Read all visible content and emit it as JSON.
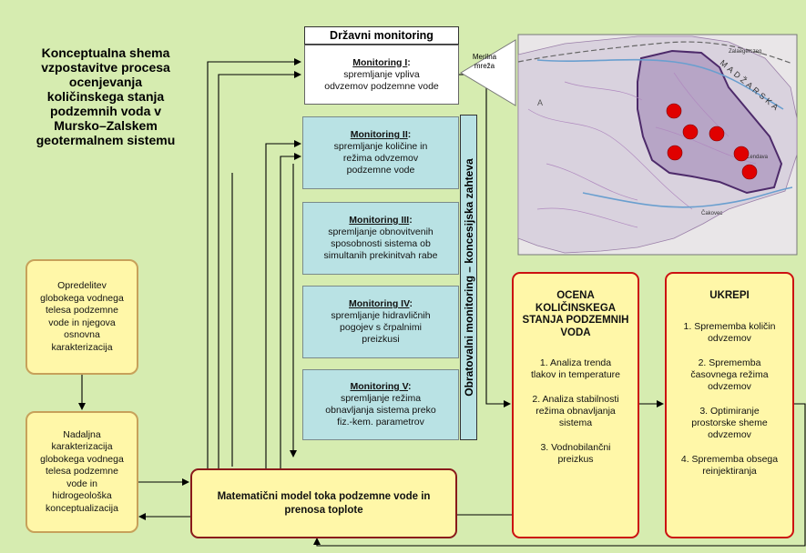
{
  "title": {
    "lines": [
      "Konceptualna shema",
      "vzpostavitve procesa",
      "ocenjevanja",
      "količinskega stanja",
      "podzemnih voda v",
      "Mursko–Zalskem",
      "geotermalnem sistemu"
    ]
  },
  "drzavni_monitoring": {
    "header": "Državni monitoring",
    "monitoring1": {
      "name": "Monitoring I",
      "text": [
        "spremljanje vpliva",
        "odvzemov podzemne vode"
      ]
    },
    "merilna_mreza": [
      "Merilna",
      "mreža"
    ]
  },
  "obratovalni": {
    "label": "Obratovalni monitoring – koncesijska zahteva"
  },
  "monitorings": [
    {
      "name": "Monitoring II",
      "text": [
        "spremljanje količine in",
        "režima odvzemov",
        "podzemne vode"
      ]
    },
    {
      "name": "Monitoring III",
      "text": [
        "spremljanje obnovitvenih",
        "sposobnosti sistema ob",
        "simultanih prekinitvah rabe"
      ]
    },
    {
      "name": "Monitoring IV",
      "text": [
        "spremljanje hidravličnih",
        "pogojev s črpalnimi",
        "preizkusi"
      ]
    },
    {
      "name": "Monitoring V",
      "text": [
        "spremljanje režima",
        "obnavljanja sistema preko",
        "fiz.-kem. parametrov"
      ]
    }
  ],
  "opredelitev": [
    "Opredelitev",
    "globokega vodnega",
    "telesa podzemne",
    "vode in njegova",
    "osnovna",
    "karakterizacija"
  ],
  "nadaljna": [
    "Nadaljna",
    "karakterizacija",
    "globokega vodnega",
    "telesa podzemne",
    "vode in",
    "hidrogeološka",
    "konceptualizacija"
  ],
  "model": [
    "Matematični model toka podzemne vode in",
    "prenosa toplote"
  ],
  "ocena": {
    "title": [
      "OCENA",
      "KOLIČINSKEGA",
      "STANJA PODZEMNIH",
      "VODA"
    ],
    "items": [
      [
        "1. Analiza trenda",
        "tlakov in temperature"
      ],
      [
        "2. Analiza stabilnosti",
        "režima obnavljanja",
        "sistema"
      ],
      [
        "3. Vodnobilančni",
        "preizkus"
      ]
    ]
  },
  "ukrepi": {
    "title": "UKREPI",
    "items": [
      [
        "1. Sprememba količin",
        "odvzemov"
      ],
      [
        "2. Sprememba",
        "časovnega režima",
        "odvzemov"
      ],
      [
        "3. Optimiranje",
        "prostorske sheme",
        "odvzemov"
      ],
      [
        "4. Sprememba obsega",
        "reinjektiranja"
      ]
    ]
  },
  "map": {
    "labels": [
      "MADŽARSKA",
      "Čakovec",
      "Lendava",
      "Zalaegerszeg",
      "A"
    ],
    "accent_red": "#e00000"
  }
}
